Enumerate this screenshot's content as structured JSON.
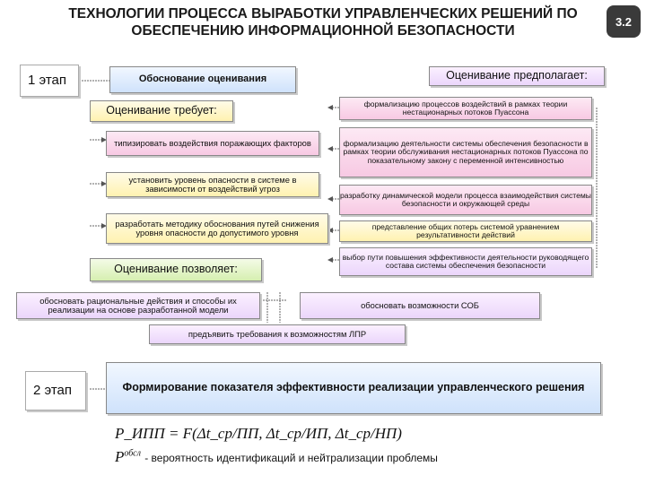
{
  "title": "ТЕХНОЛОГИИ ПРОЦЕССА ВЫРАБОТКИ УПРАВЛЕНЧЕСКИХ РЕШЕНИЙ ПО ОБЕСПЕЧЕНИЮ ИНФОРМАЦИОННОЙ БЕЗОПАСНОСТИ",
  "slide_number": "3.2",
  "stage1": {
    "label": "1 этап",
    "main": "Обоснование оценивания",
    "requires_header": "Оценивание требует:",
    "requires": [
      "типизировать воздействия поражающих факторов",
      "установить уровень опасности в системе в зависимости от воздействий угроз",
      "разработать методику обоснования путей снижения уровня опасности до допустимого уровня"
    ],
    "assumes_header": "Оценивание предполагает:",
    "assumes": [
      "формализацию процессов воздействий в рамках теории нестационарных потоков Пуассона",
      "формализацию деятельности системы обеспечения безопасности в рамках теории обслуживания нестационарных потоков Пуассона по показательному закону с переменной интенсивностью",
      "разработку динамической модели процесса взаимодействия системы безопасности и окружающей среды",
      "представление общих потерь системой уравнением результативности действий",
      "выбор пути повышения эффективности деятельности руководящего состава системы обеспечения безопасности"
    ],
    "allows_header": "Оценивание позволяет:",
    "allows": [
      "обосновать рациональные действия и способы их реализации на основе разработанной модели",
      "обосновать возможности СОБ",
      "предъявить требования к возможностям ЛПР"
    ]
  },
  "stage2": {
    "label": "2 этап",
    "main": "Формирование показателя эффективности реализации управленческого решения",
    "formula": "P_ИПП = F(Δt_ср/ПП, Δt_ср/ИП, Δt_ср/НП)",
    "formula_desc": "- вероятность идентификаций и нейтрализации проблемы"
  },
  "colors": {
    "pink": "#f7c9e3",
    "yellow": "#fff2b0",
    "green": "#d6efb0",
    "blue": "#cfe2fb",
    "lavender": "#ebd6fb"
  }
}
